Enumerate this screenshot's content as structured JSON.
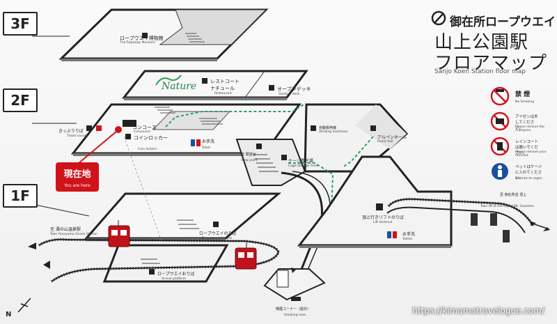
{
  "floors": [
    "3F",
    "2F",
    "1F"
  ],
  "brand": "御在所ロープウエイ",
  "title_line1": "山上公園駅",
  "title_line2": "フロアマップ",
  "title_en": "Sanjo Koen Station floor map",
  "nature_logo": "Nature",
  "places": {
    "museum_jp": "ロープウエイ博物館",
    "museum_en": "The Ropeway Museum",
    "restaurant_jp": "レストコート ナチュール",
    "restaurant_en": "Restaurant",
    "deck_jp": "オープンデッキ",
    "deck_en": "Outdoor deck",
    "vending_jp": "自動販売機",
    "vending_en": "Vending machines",
    "hall_jp": "アルペンホール",
    "hall_en": "Event hall",
    "ticket_jp": "きっぷうりば",
    "ticket_en": "Ticket counter",
    "concourse_jp": "コンコース",
    "concourse_en": "Concourse",
    "lockers_jp": "コインロッカー",
    "lockers_en": "Coin lockers",
    "toilet_jp": "お手洗",
    "toilet_en": "Toilet",
    "viewpoint_jp": "望 展望台",
    "viewpoint_en": "View point",
    "cage_jp": "ケージ置き場",
    "cage_en": "Cage Storage Area",
    "lift_jp": "頂上行きリフトのりば",
    "lift_en": "Lift terminal",
    "toilets_jp": "お手洗",
    "toilets_en": "Toilets",
    "departure_jp": "ロープウエイのりば",
    "departure_en": "Departure platform",
    "arrival_jp": "ロープウエイおりば",
    "arrival_en": "Arrival platform",
    "smoking_jp": "喫煙コーナー（屋外）",
    "smoking_en": "Smoking area",
    "yunoyama_jp": "至 湯の山温泉駅",
    "yunoyama_en": "Take Yunoyama Onsen Station",
    "summit_jp": "至 御在所岳 頂上",
    "summit_en": "Take lift at the top of Mt. Gozaisho"
  },
  "you_are_here_jp": "現在地",
  "you_are_here_en": "You are here",
  "rules": [
    {
      "jp": "禁 煙",
      "en": "No Smoking",
      "icon": "no-smoking-icon"
    },
    {
      "jp": "アイゼンは外してください。",
      "en": "Please remove the crampons.",
      "icon": "no-crampons-icon"
    },
    {
      "jp": "レインコートは脱いでください。",
      "en": "Please remove your raincoat.",
      "icon": "no-raincoat-icon"
    },
    {
      "jp": "ペットはケージに入れてください。",
      "en": "Animals to cages.",
      "icon": "pet-cage-icon"
    }
  ],
  "north": "N",
  "url": "https://kimamatravelogue.com/",
  "colors": {
    "red": "#d0121b",
    "route_green": "#2e9e5e",
    "line": "#222222"
  }
}
